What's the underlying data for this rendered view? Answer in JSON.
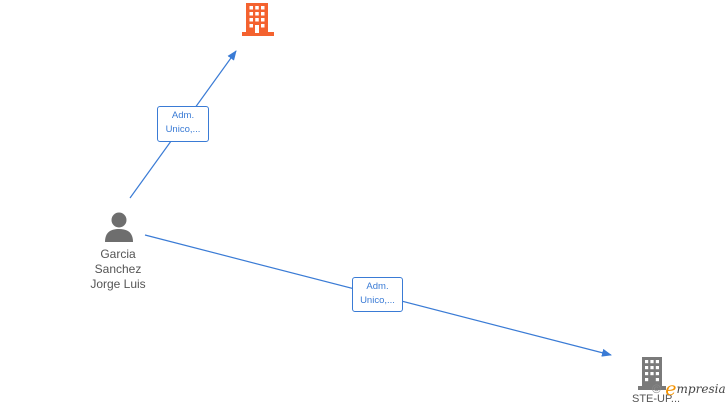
{
  "nodes": {
    "person": {
      "icon": "person-icon",
      "name_lines": [
        "Garcia",
        "Sanchez",
        "Jorge Luis"
      ]
    },
    "company_top": {
      "icon": "building-icon",
      "color": "#f4622f"
    },
    "company_bottom": {
      "icon": "building-icon",
      "color": "#7a7a7a",
      "label": "STE-UP..."
    }
  },
  "edges": [
    {
      "from": "person",
      "to": "company_top",
      "label_lines": [
        "Adm.",
        "Unico,..."
      ]
    },
    {
      "from": "person",
      "to": "company_bottom",
      "label_lines": [
        "Adm.",
        "Unico,..."
      ]
    }
  ],
  "colors": {
    "edge": "#3a7bd5",
    "person_icon": "#6e6e6e",
    "brand_accent": "#f39200"
  },
  "brand": {
    "copyright": "©",
    "logo_initial": "e",
    "logo_rest": "mpresia"
  }
}
